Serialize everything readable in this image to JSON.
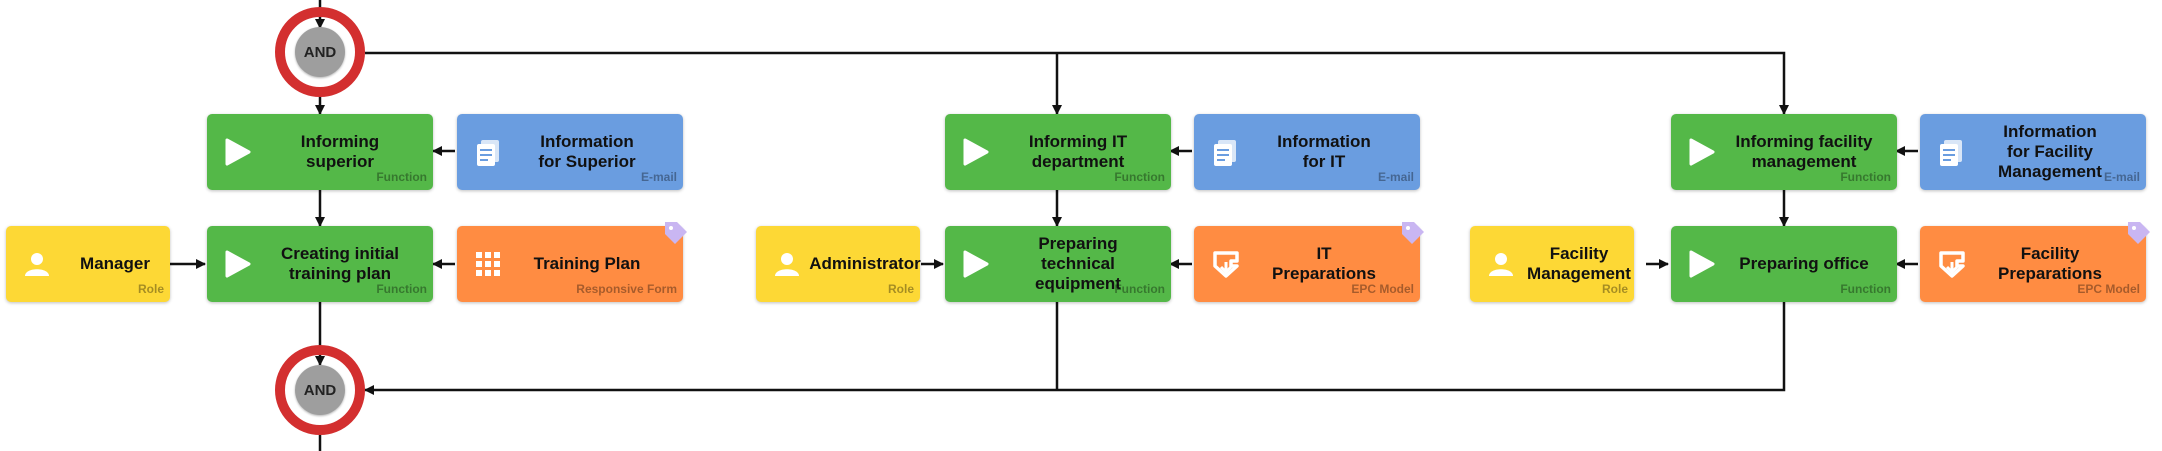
{
  "gates": {
    "split": {
      "label": "AND"
    },
    "join": {
      "label": "AND"
    }
  },
  "lanes": [
    {
      "function_top": {
        "label": "Informing superior",
        "type": "Function"
      },
      "email": {
        "label": "Information for Superior",
        "type": "E-mail",
        "icon": "document-stack-icon"
      },
      "role": {
        "label": "Manager",
        "type": "Role",
        "icon": "person-icon"
      },
      "function_bottom": {
        "label": "Creating initial training plan",
        "type": "Function"
      },
      "form": {
        "label": "Training Plan",
        "type": "Responsive Form",
        "icon": "grid-icon"
      }
    },
    {
      "function_top": {
        "label": "Informing IT department",
        "type": "Function"
      },
      "email": {
        "label": "Information for IT",
        "type": "E-mail",
        "icon": "document-stack-icon"
      },
      "role": {
        "label": "Administrator",
        "type": "Role",
        "icon": "person-icon"
      },
      "function_bottom": {
        "label": "Preparing technical equipment",
        "type": "Function"
      },
      "form": {
        "label": "IT Preparations",
        "type": "EPC Model",
        "icon": "epc-model-icon"
      }
    },
    {
      "function_top": {
        "label": "Informing facility management",
        "type": "Function"
      },
      "email": {
        "label": "Information for Facility Management",
        "type": "E-mail",
        "icon": "document-stack-icon"
      },
      "role": {
        "label": "Facility Management",
        "type": "Role",
        "icon": "person-icon"
      },
      "function_bottom": {
        "label": "Preparing office",
        "type": "Function"
      },
      "form": {
        "label": "Facility Preparations",
        "type": "EPC Model",
        "icon": "epc-model-icon"
      }
    }
  ],
  "colors": {
    "function": "#54b848",
    "email": "#6a9de0",
    "form": "#ff8c42",
    "role": "#fdd835",
    "gate_ring": "#d32f2f",
    "gate_core": "#9e9e9e",
    "connector": "#111111"
  }
}
